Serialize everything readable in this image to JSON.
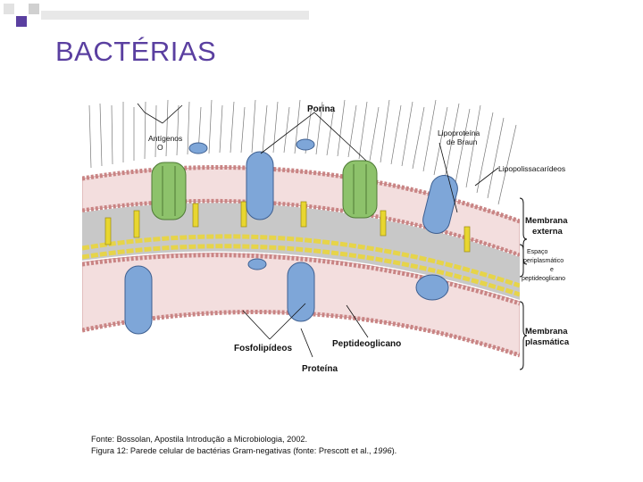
{
  "slide": {
    "title": "BACTÉRIAS",
    "accent_color": "#5a3fa0"
  },
  "diagram": {
    "labels": {
      "porina": "Porina",
      "antigenos_line1": "Antígenos",
      "antigenos_line2": "O",
      "lipoproteina_line1": "Lipoproteína",
      "lipoproteina_line2": "de Braun",
      "lipopolissacarideos": "Lipopolissacarídeos",
      "membrana_externa_line1": "Membrana",
      "membrana_externa_line2": "externa",
      "espaco_line1": "Espaço",
      "espaco_line2": "periplasmático",
      "espaco_line3": "e",
      "espaco_line4": "peptideoglicano",
      "membrana_plasmatica_line1": "Membrana",
      "membrana_plasmatica_line2": "plasmática",
      "fosfolipideos": "Fosfolipídeos",
      "peptideoglicano": "Peptideoglicano",
      "proteina": "Proteína"
    },
    "colors": {
      "porin_green": "#8dc26b",
      "protein_blue": "#7ea6d8",
      "lipoprotein_yellow": "#e8d630",
      "peptidoglycan_yellow": "#f2e24a",
      "lipid_head_pink": "#e6a9a9",
      "periplasm_gray": "#c8c8c8"
    }
  },
  "caption": {
    "line1": "Fonte: Bossolan, Apostila Introdução a Microbiologia, 2002.",
    "line2_prefix": "Figura 12: Parede celular de bactérias Gram-negativas (fonte: Prescott et al., ",
    "line2_italic": "1996",
    "line2_suffix": ")."
  }
}
